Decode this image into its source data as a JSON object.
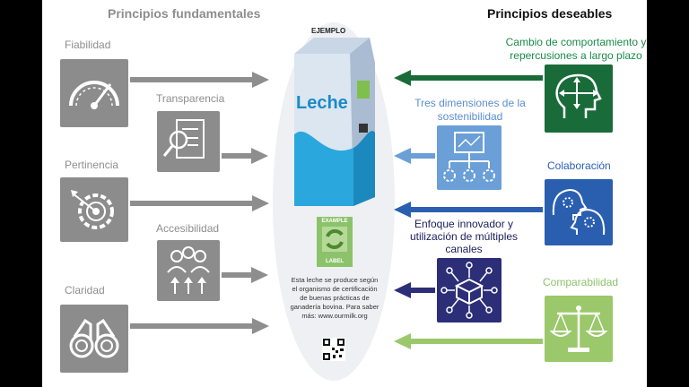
{
  "headers": {
    "left": "Principios fundamentales",
    "right": "Principios deseables"
  },
  "left_principles": [
    {
      "label": "Fiabilidad",
      "icon": "gauge-icon"
    },
    {
      "label": "Transparencia",
      "icon": "document-magnifier-icon"
    },
    {
      "label": "Pertinencia",
      "icon": "target-gear-icon"
    },
    {
      "label": "Accesibilidad",
      "icon": "people-icon"
    },
    {
      "label": "Claridad",
      "icon": "binoculars-icon"
    }
  ],
  "right_principles": [
    {
      "label": "Cambio de comportamiento y repercusiones a largo plazo",
      "icon": "head-arrows-icon",
      "color": "#1a6b3a"
    },
    {
      "label": "Tres dimensiones de la sostenibilidad",
      "icon": "flowchart-icon",
      "color": "#6a9fd8"
    },
    {
      "label": "Colaboración",
      "icon": "heads-gears-icon",
      "color": "#2a5fb0"
    },
    {
      "label": "Enfoque innovador y utilización de múltiples canales",
      "icon": "network-box-icon",
      "color": "#2c2e78"
    },
    {
      "label": "Comparabilidad",
      "icon": "scale-icon",
      "color": "#9ac86a"
    }
  ],
  "center": {
    "example_label": "EJEMPLO",
    "carton_text": "Leche",
    "label_top": "EXAMPLE",
    "label_bottom": "LABEL",
    "description": "Esta leche se produce según el organismo de certificación de buenas prácticas de ganadería bovina. Para saber más: www.ourmilk.org"
  },
  "colors": {
    "gray_tile": "#8c8c8c",
    "gray_arrow": "#8e8e8e",
    "label_green": "#8cc36a"
  }
}
